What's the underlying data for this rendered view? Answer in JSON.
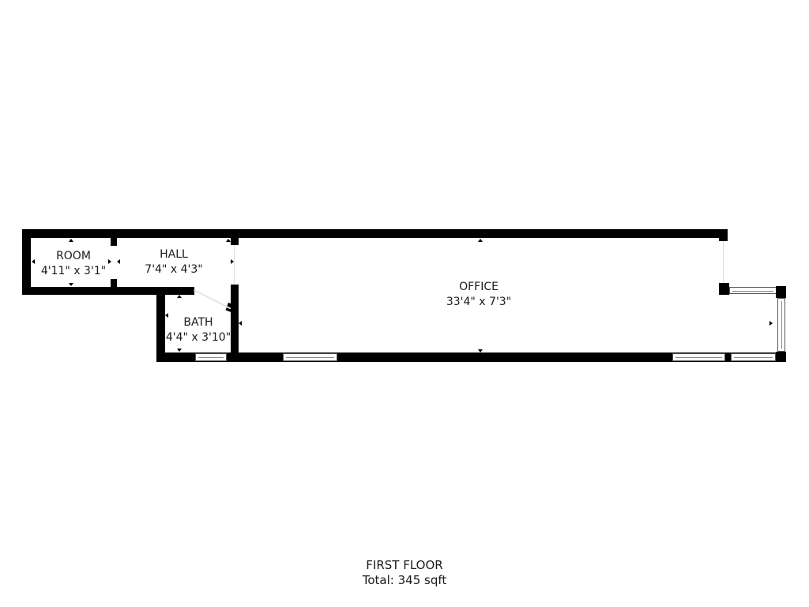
{
  "floor": {
    "name": "FIRST FLOOR",
    "total": "Total: 345 sqft"
  },
  "rooms": [
    {
      "name": "ROOM",
      "dimensions": "4'11\" x 3'1\""
    },
    {
      "name": "HALL",
      "dimensions": "7'4\" x 4'3\""
    },
    {
      "name": "BATH",
      "dimensions": "4'4\" x 3'10\""
    },
    {
      "name": "OFFICE",
      "dimensions": "33'4\" x 7'3\""
    }
  ],
  "colors": {
    "wall": "#000000",
    "background": "#ffffff",
    "text": "#1a1a1a"
  }
}
